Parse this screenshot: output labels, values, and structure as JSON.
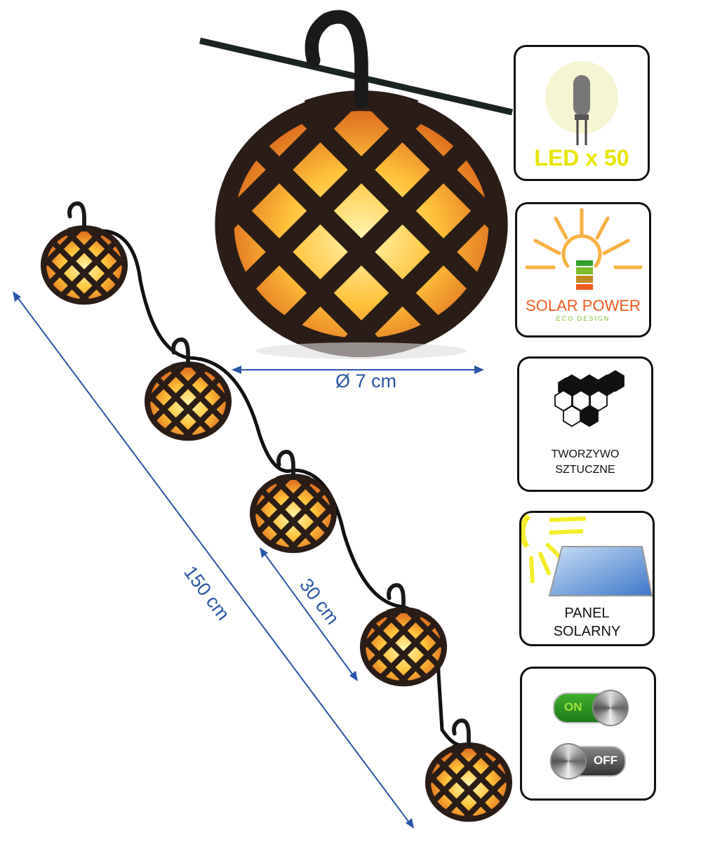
{
  "dimensions": {
    "diameter": "Ø 7 cm",
    "total_length": "150 cm",
    "spacing": "30 cm"
  },
  "features": {
    "led": {
      "label": "LED  x 50",
      "icon": "led-bulb-icon",
      "color": "#e6e600"
    },
    "solar_power": {
      "title": "SOLAR POWER",
      "subtitle": "ECO  DESIGN",
      "icon": "sun-battery-icon",
      "title_color": "#f05a1e",
      "subtitle_color": "#7dbb2a"
    },
    "material": {
      "line1": "TWORZYWO",
      "line2": "SZTUCZNE",
      "icon": "hexagon-icon"
    },
    "panel": {
      "line1": "PANEL",
      "line2": "SOLARNY",
      "icon": "solar-panel-icon"
    },
    "switch": {
      "on_label": "ON",
      "off_label": "OFF",
      "icon": "toggle-switch-icon"
    }
  },
  "colors": {
    "dimension": "#2a55a8",
    "lantern": "#2a1d17",
    "flame": "#ffb020"
  }
}
